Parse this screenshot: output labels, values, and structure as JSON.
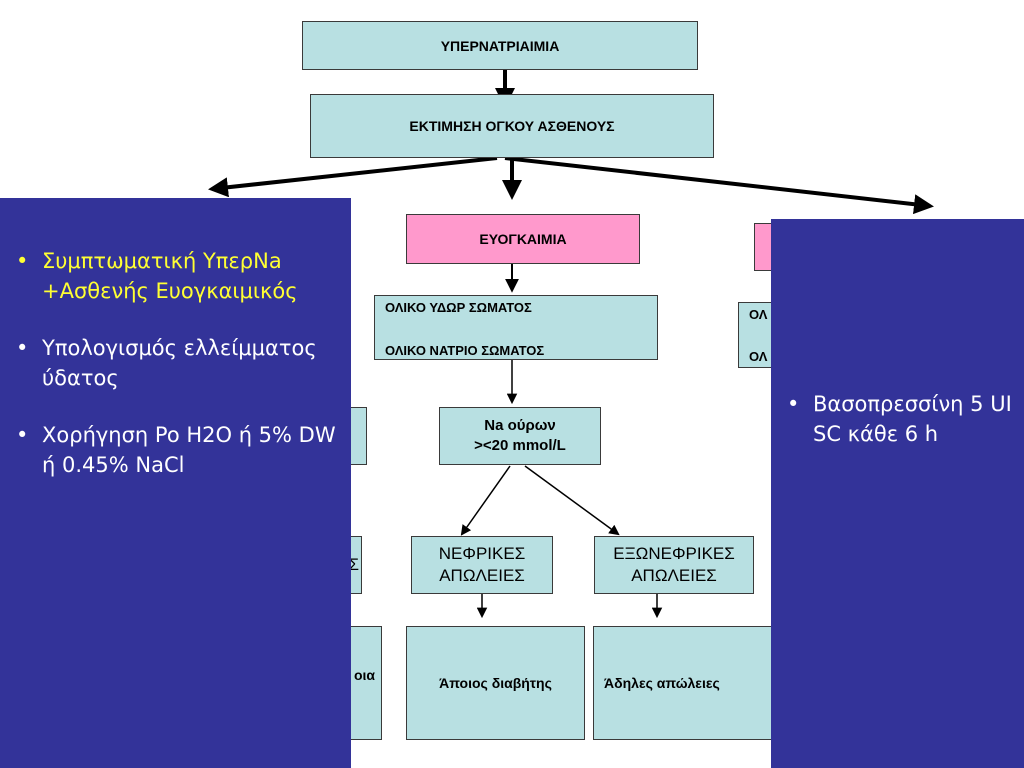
{
  "nodes": {
    "hypernatremia": "ΥΠΕΡΝΑΤΡΙΑΙΜΙΑ",
    "volume_assessment": "ΕΚΤΙΜΗΣΗ ΟΓΚΟΥ ΑΣΘΕΝΟΥΣ",
    "euvolemia": "ΕΥΟΓΚΑΙΜΙΑ",
    "total_body_water": "ΟΛΙΚΟ ΥΔΩΡ ΣΩΜΑΤΟΣ",
    "total_body_sodium": "ΟΛΙΚΟ ΝΑΤΡΙΟ ΣΩΜΑΤΟΣ",
    "urine_na_line1": "Na ούρων",
    "urine_na_line2": "><20 mmol/L",
    "renal_losses_line1": "ΝΕΦΡΙΚΕΣ",
    "renal_losses_line2": "ΑΠΩΛΕΙΕΣ",
    "extrarenal_losses_line1": "ΕΞΩΝΕΦΡΙΚΕΣ",
    "extrarenal_losses_line2": "ΑΠΩΛΕΙΕΣ",
    "diabetes_insipidus": "Άποιος διαβήτης",
    "insensible_losses": "Άδηλες απώλειες",
    "partial_right_line1": "ΟΛ",
    "partial_right_line2": "ΟΛ",
    "partial_left_bottom": "οια",
    "partial_left_middle": "Σ"
  },
  "left_panel": {
    "bullets": [
      "Συμπτωματική ΥπερNa +Ασθενής Ευογκαιμικός",
      "Υπολογισμός ελλείμματος ύδατος",
      "Χορήγηση Po H2O ή 5% DW ή 0.45% NaCl"
    ]
  },
  "right_panel": {
    "bullets": [
      "Βασοπρεσσίνη 5 UI SC κάθε 6 h"
    ]
  },
  "colors": {
    "teal_box": "#b8e0e2",
    "pink_box": "#ff99cc",
    "panel_blue": "#333399",
    "highlight_yellow": "#ffff33"
  }
}
